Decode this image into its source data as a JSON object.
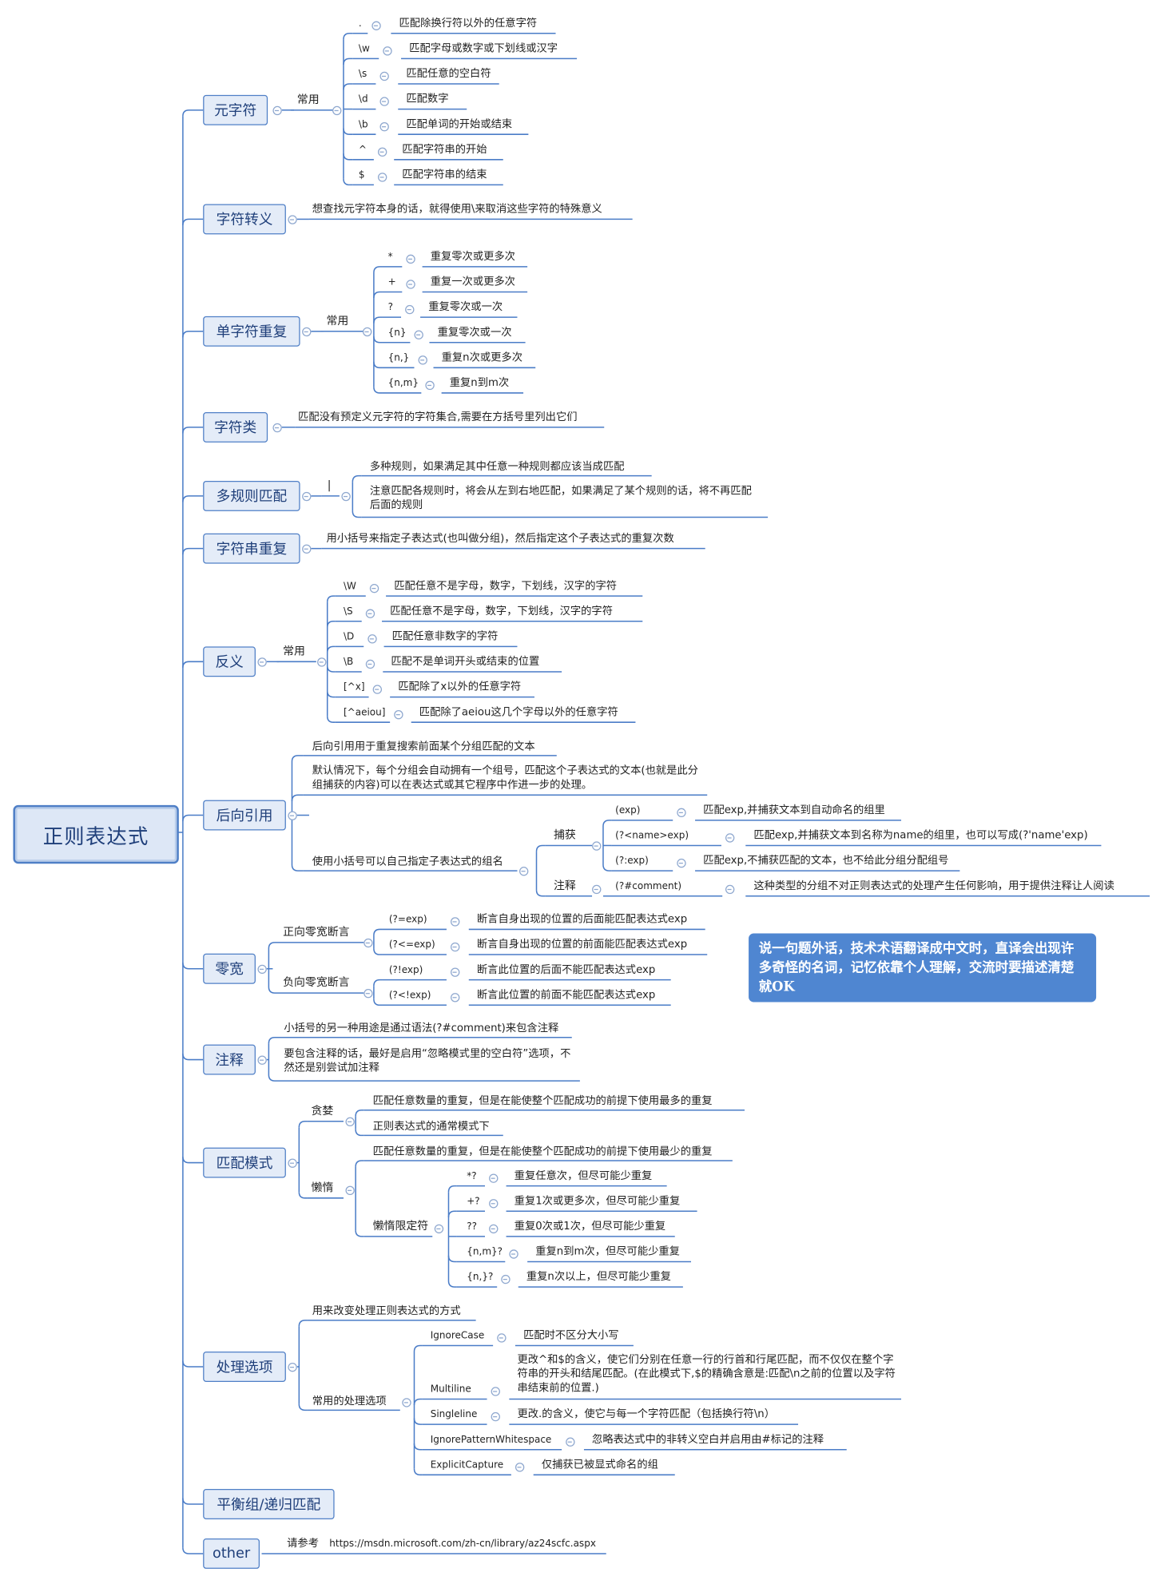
{
  "root": "正则表达式",
  "branches": {
    "metachar": {
      "label": "元字符",
      "sub": "常用",
      "items": [
        {
          "k": ".",
          "v": "匹配除换行符以外的任意字符"
        },
        {
          "k": "\\w",
          "v": "匹配字母或数字或下划线或汉字"
        },
        {
          "k": "\\s",
          "v": "匹配任意的空白符"
        },
        {
          "k": "\\d",
          "v": "匹配数字"
        },
        {
          "k": "\\b",
          "v": "匹配单词的开始或结束"
        },
        {
          "k": "^",
          "v": "匹配字符串的开始"
        },
        {
          "k": "$",
          "v": "匹配字符串的结束"
        }
      ]
    },
    "escape": {
      "label": "字符转义",
      "text": "想查找元字符本身的话，就得使用\\来取消这些字符的特殊意义"
    },
    "repeat": {
      "label": "单字符重复",
      "sub": "常用",
      "items": [
        {
          "k": "*",
          "v": "重复零次或更多次"
        },
        {
          "k": "+",
          "v": "重复一次或更多次"
        },
        {
          "k": "?",
          "v": "重复零次或一次"
        },
        {
          "k": "{n}",
          "v": "重复零次或一次"
        },
        {
          "k": "{n,}",
          "v": "重复n次或更多次"
        },
        {
          "k": "{n,m}",
          "v": "重复n到m次"
        }
      ]
    },
    "charclass": {
      "label": "字符类",
      "text": "匹配没有预定义元字符的字符集合,需要在方括号里列出它们"
    },
    "multirule": {
      "label": "多规则匹配",
      "sub": "|",
      "items": [
        "多种规则，如果满足其中任意一种规则都应该当成匹配",
        "注意匹配各规则时，将会从左到右地匹配，如果满足了某个规则的话，将不再匹配后面的规则"
      ]
    },
    "grouprepeat": {
      "label": "字符串重复",
      "text": "用小括号来指定子表达式(也叫做分组)，然后指定这个子表达式的重复次数"
    },
    "negation": {
      "label": "反义",
      "sub": "常用",
      "items": [
        {
          "k": "\\W",
          "v": "匹配任意不是字母，数字，下划线，汉字的字符"
        },
        {
          "k": "\\S",
          "v": "匹配任意不是字母，数字，下划线，汉字的字符"
        },
        {
          "k": "\\D",
          "v": "匹配任意非数字的字符"
        },
        {
          "k": "\\B",
          "v": "匹配不是单词开头或结束的位置"
        },
        {
          "k": "[^x]",
          "v": "匹配除了x以外的任意字符"
        },
        {
          "k": "[^aeiou]",
          "v": "匹配除了aeiou这几个字母以外的任意字符"
        }
      ]
    },
    "backref": {
      "label": "后向引用",
      "items": [
        "后向引用用于重复搜索前面某个分组匹配的文本",
        "默认情况下，每个分组会自动拥有一个组号，匹配这个子表达式的文本(也就是此分组捕获的内容)可以在表达式或其它程序中作进一步的处理。",
        "使用小括号可以自己指定子表达式的组名"
      ],
      "capture": {
        "label": "捕获",
        "items": [
          {
            "k": "(exp)",
            "v": "匹配exp,并捕获文本到自动命名的组里"
          },
          {
            "k": "(?<name>exp)",
            "v": "匹配exp,并捕获文本到名称为name的组里，也可以写成(?'name'exp)"
          },
          {
            "k": "(?:exp)",
            "v": "匹配exp,不捕获匹配的文本，也不给此分组分配组号"
          }
        ]
      },
      "comment": {
        "label": "注释",
        "k": "(?#comment)",
        "v": "这种类型的分组不对正则表达式的处理产生任何影响，用于提供注释让人阅读"
      }
    },
    "zerowidth": {
      "label": "零宽",
      "pos": {
        "label": "正向零宽断言",
        "items": [
          {
            "k": "(?=exp)",
            "v": "断言自身出现的位置的后面能匹配表达式exp"
          },
          {
            "k": "(?<=exp)",
            "v": "断言自身出现的位置的前面能匹配表达式exp"
          }
        ]
      },
      "neg": {
        "label": "负向零宽断言",
        "items": [
          {
            "k": "(?!exp)",
            "v": "断言此位置的后面不能匹配表达式exp"
          },
          {
            "k": "(?<!exp)",
            "v": "断言此位置的前面不能匹配表达式exp"
          }
        ]
      }
    },
    "comments": {
      "label": "注释",
      "items": [
        "小括号的另一种用途是通过语法(?#comment)来包含注释",
        "要包含注释的话，最好是启用“忽略模式里的空白符”选项，不然还是别尝试加注释"
      ]
    },
    "matchmode": {
      "label": "匹配模式",
      "greedy": {
        "label": "贪婪",
        "items": [
          "匹配任意数量的重复，但是在能使整个匹配成功的前提下使用最多的重复",
          "正则表达式的通常模式下"
        ]
      },
      "lazy": {
        "label": "懒惰",
        "text": "匹配任意数量的重复，但是在能使整个匹配成功的前提下使用最少的重复",
        "quant": {
          "label": "懒惰限定符",
          "items": [
            {
              "k": "*?",
              "v": "重复任意次，但尽可能少重复"
            },
            {
              "k": "+?",
              "v": "重复1次或更多次，但尽可能少重复"
            },
            {
              "k": "??",
              "v": "重复0次或1次，但尽可能少重复"
            },
            {
              "k": "{n,m}?",
              "v": "重复n到m次，但尽可能少重复"
            },
            {
              "k": "{n,}?",
              "v": "重复n次以上，但尽可能少重复"
            }
          ]
        }
      }
    },
    "options": {
      "label": "处理选项",
      "text": "用来改变处理正则表达式的方式",
      "sub": "常用的处理选项",
      "items": [
        {
          "k": "IgnoreCase",
          "v": "匹配时不区分大小写"
        },
        {
          "k": "Multiline",
          "v": "更改^和$的含义，使它们分别在任意一行的行首和行尾匹配，而不仅仅在整个字符串的开头和结尾匹配。(在此模式下,$的精确含意是:匹配\\n之前的位置以及字符串结束前的位置.)"
        },
        {
          "k": "Singleline",
          "v": "更改.的含义，使它与每一个字符匹配（包括换行符\\n）"
        },
        {
          "k": "IgnorePatternWhitespace",
          "v": "忽略表达式中的非转义空白并启用由#标记的注释"
        },
        {
          "k": "ExplicitCapture",
          "v": "仅捕获已被显式命名的组"
        }
      ]
    },
    "balance": {
      "label": "平衡组/递归匹配"
    },
    "other": {
      "label": "other",
      "prefix": "请参考",
      "url": "https://msdn.microsoft.com/zh-cn/library/az24scfc.aspx"
    }
  },
  "callout": "说一句题外话，技术术语翻译成中文时，直译会出现许多奇怪的名词，记忆依靠个人理解，交流时要描述清楚就OK",
  "colors": {
    "line": "#4a7cc7",
    "box_fill": "#e4ecf8",
    "box_border": "#4f7fc6",
    "callout": "#4f86d1"
  }
}
